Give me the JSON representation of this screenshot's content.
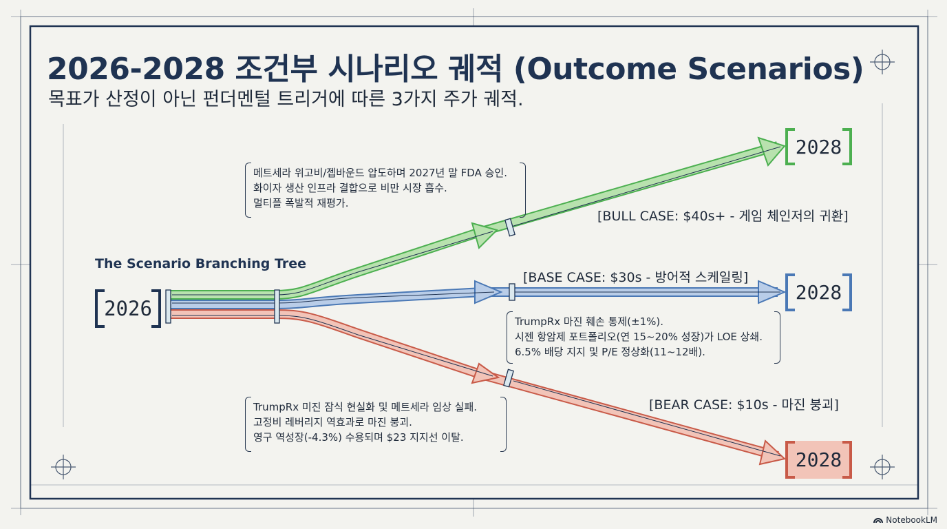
{
  "title": "2026-2028 조건부 시나리오 궤적 (Outcome Scenarios)",
  "subtitle": "목표가 산정이 아닌 펀더멘털 트리거에 따른 3가지 주가 궤적.",
  "tree_label": "The Scenario Branching Tree",
  "start_year": "2026",
  "scenarios": {
    "bull": {
      "year": "2028",
      "label": "[BULL CASE: $40s+ - 게임 체인저의 귀환]",
      "color": "#4caf50",
      "notes": [
        "메트세라 위고비/젭바운드 압도하며 2027년 말 FDA 승인.",
        "화이자 생산 인프라 결합으로 비만 시장 흡수.",
        "멀티플 폭발적 재평가."
      ]
    },
    "base": {
      "year": "2028",
      "label": "[BASE CASE: $30s - 방어적 스케일링]",
      "color": "#4a78b5",
      "notes": [
        "TrumpRx 마진 훼손 통제(±1%).",
        "시젠 항암제 포트폴리오(연 15~20% 성장)가 LOE 상쇄.",
        "6.5% 배당 지지 및 P/E 정상화(11~12배)."
      ]
    },
    "bear": {
      "year": "2028",
      "label": "[BEAR CASE: $10s - 마진 붕괴]",
      "color": "#c85a48",
      "notes": [
        "TrumpRx 미진 잠식 현실화 및 메트세라 임상 실패.",
        "고정비 레버리지 역효과로 마진 붕괴.",
        "영구 역성장(-4.3%) 수용되며 $23 지지선 이탈."
      ]
    }
  },
  "brand": "NotebookLM",
  "icons": {
    "brand": "notebooklm-logo-icon"
  }
}
